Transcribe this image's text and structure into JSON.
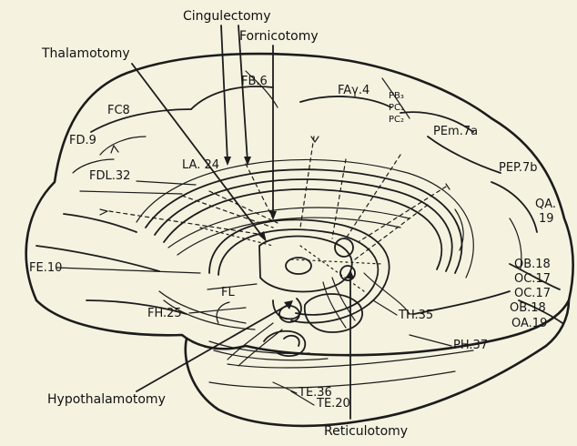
{
  "diagram": {
    "operations": {
      "cingulectomy": "Cingulectomy",
      "fornicotomy": "Fornicotomy",
      "thalamotomy": "Thalamotomy",
      "hypothalamotomy": "Hypothalamotomy",
      "reticulotomy": "Reticulotomy"
    },
    "areas": {
      "fb6": "FB.6",
      "fa4": "FAγ.4",
      "pb3": "PB₃",
      "pc1": "PC₁",
      "pc2": "PC₂",
      "pem7a": "PEm.7a",
      "pep7b": "PEP.7b",
      "qa": "QA.",
      "qa19_num": "19",
      "fc8": "FC8",
      "fd9": "FD.9",
      "fdl32": "FDL.32",
      "la24": "LA. 24",
      "fe10": "FE.10",
      "fl": "FL",
      "fh25": "FH.25",
      "th35": "TH.35",
      "ph37": "PH.37",
      "te36": "TE.36",
      "te20": "TE.20",
      "ob18a": "OB.18",
      "oc17a": "OC.17",
      "oc17b": "OC.17",
      "ob18b": "OB.18",
      "oa19": "OA.19"
    }
  }
}
